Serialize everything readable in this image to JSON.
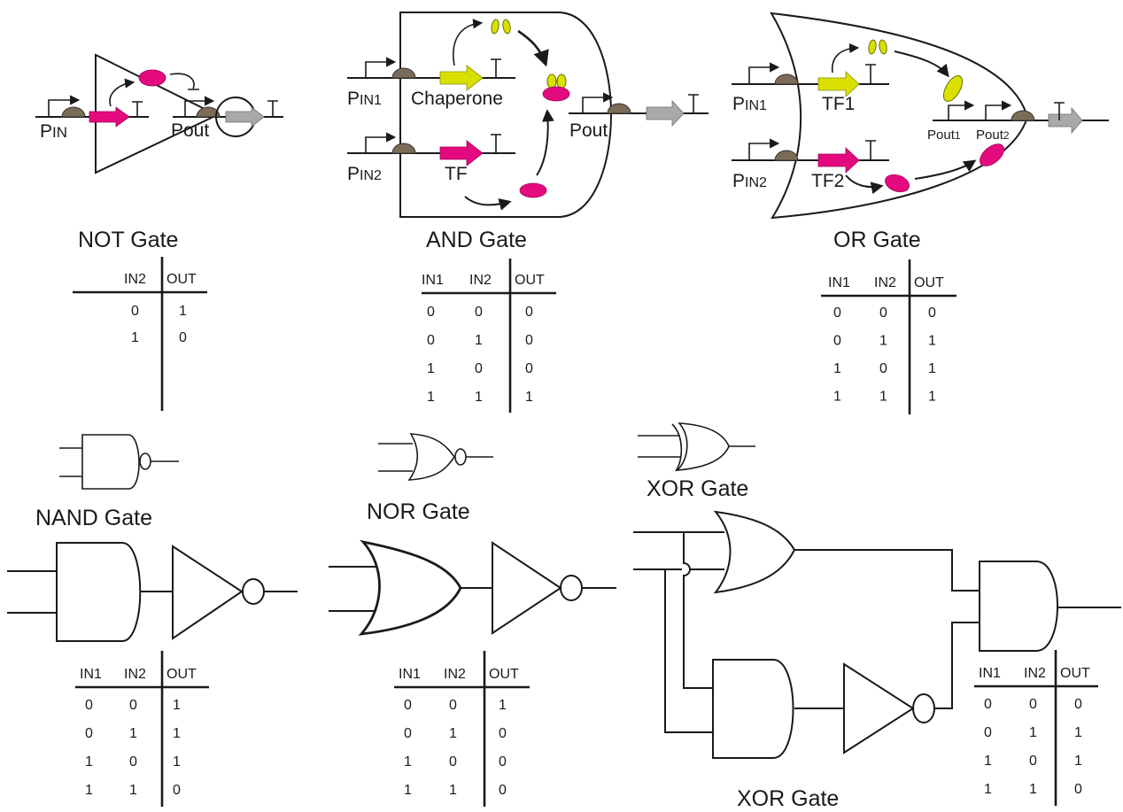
{
  "figure": {
    "description": "Genetic logic gates with electronic equivalents and truth tables"
  },
  "colors": {
    "promoter": "#7a6c58",
    "tf_magenta": "#e5097f",
    "chaperone_yellow": "#d9e000",
    "reporter_gray": "#a9a9a9",
    "line": "#1a1a1a"
  },
  "not_gate": {
    "title": "NOT Gate",
    "labels": {
      "pin": "P",
      "pin_sub": "IN",
      "pout": "Pout"
    },
    "truth_table": {
      "headers": [
        "IN2",
        "OUT"
      ],
      "rows": [
        [
          "0",
          "1"
        ],
        [
          "1",
          "0"
        ]
      ]
    }
  },
  "and_gate": {
    "title": "AND Gate",
    "labels": {
      "pin1": "P",
      "pin1_sub": "IN1",
      "pin2": "P",
      "pin2_sub": "IN2",
      "chaperone": "Chaperone",
      "tf": "TF",
      "pout": "Pout"
    },
    "truth_table": {
      "headers": [
        "IN1",
        "IN2",
        "OUT"
      ],
      "rows": [
        [
          "0",
          "0",
          "0"
        ],
        [
          "0",
          "1",
          "0"
        ],
        [
          "1",
          "0",
          "0"
        ],
        [
          "1",
          "1",
          "1"
        ]
      ]
    }
  },
  "or_gate": {
    "title": "OR Gate",
    "labels": {
      "pin1": "P",
      "pin1_sub": "IN1",
      "pin2": "P",
      "pin2_sub": "IN2",
      "tf1": "TF1",
      "tf2": "TF2",
      "pout1": "Pout",
      "pout1_sub": "1",
      "pout2": "Pout",
      "pout2_sub": "2"
    },
    "truth_table": {
      "headers": [
        "IN1",
        "IN2",
        "OUT"
      ],
      "rows": [
        [
          "0",
          "0",
          "0"
        ],
        [
          "0",
          "1",
          "1"
        ],
        [
          "1",
          "0",
          "1"
        ],
        [
          "1",
          "1",
          "1"
        ]
      ]
    }
  },
  "nand_gate": {
    "title": "NAND Gate",
    "truth_table": {
      "headers": [
        "IN1",
        "IN2",
        "OUT"
      ],
      "rows": [
        [
          "0",
          "0",
          "1"
        ],
        [
          "0",
          "1",
          "1"
        ],
        [
          "1",
          "0",
          "1"
        ],
        [
          "1",
          "1",
          "0"
        ]
      ]
    }
  },
  "nor_gate": {
    "title": "NOR Gate",
    "truth_table": {
      "headers": [
        "IN1",
        "IN2",
        "OUT"
      ],
      "rows": [
        [
          "0",
          "0",
          "1"
        ],
        [
          "0",
          "1",
          "0"
        ],
        [
          "1",
          "0",
          "0"
        ],
        [
          "1",
          "1",
          "0"
        ]
      ]
    }
  },
  "xor_gate": {
    "symbol_title": "XOR Gate",
    "circuit_title": "XOR Gate",
    "truth_table": {
      "headers": [
        "IN1",
        "IN2",
        "OUT"
      ],
      "rows": [
        [
          "0",
          "0",
          "0"
        ],
        [
          "0",
          "1",
          "1"
        ],
        [
          "1",
          "0",
          "1"
        ],
        [
          "1",
          "1",
          "0"
        ]
      ]
    }
  }
}
